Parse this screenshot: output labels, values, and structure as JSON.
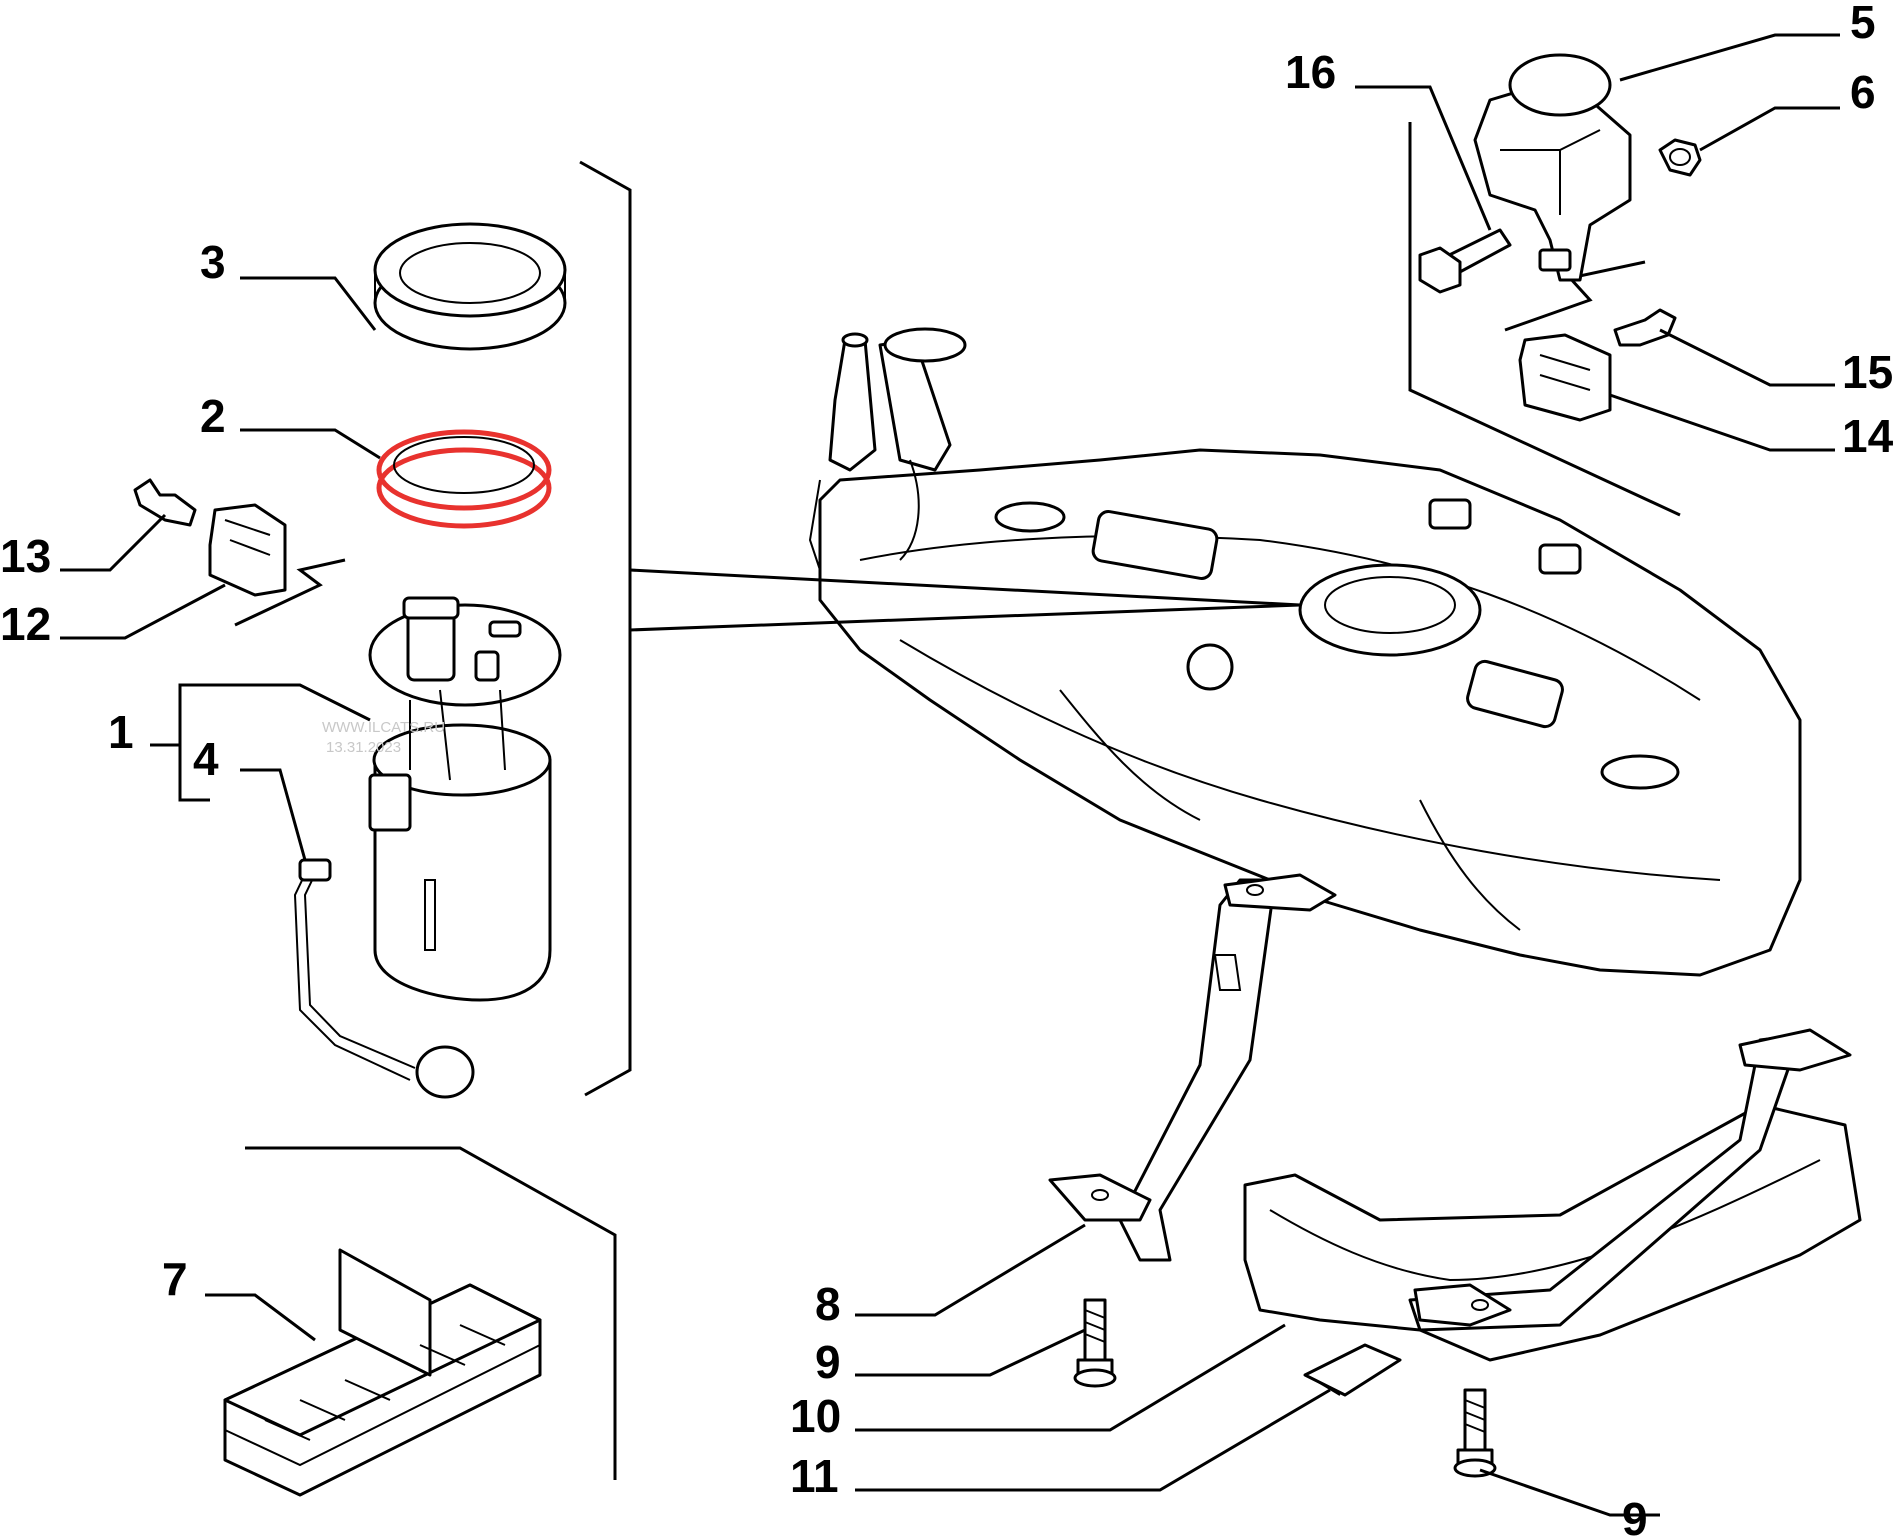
{
  "diagram": {
    "callouts": [
      {
        "id": "1",
        "label": "1"
      },
      {
        "id": "2",
        "label": "2"
      },
      {
        "id": "3",
        "label": "3"
      },
      {
        "id": "4",
        "label": "4"
      },
      {
        "id": "5",
        "label": "5"
      },
      {
        "id": "6",
        "label": "6"
      },
      {
        "id": "7",
        "label": "7"
      },
      {
        "id": "8",
        "label": "8"
      },
      {
        "id": "9a",
        "label": "9"
      },
      {
        "id": "9b",
        "label": "9"
      },
      {
        "id": "10",
        "label": "10"
      },
      {
        "id": "11",
        "label": "11"
      },
      {
        "id": "12",
        "label": "12"
      },
      {
        "id": "13",
        "label": "13"
      },
      {
        "id": "14",
        "label": "14"
      },
      {
        "id": "15",
        "label": "15"
      },
      {
        "id": "16",
        "label": "16"
      }
    ],
    "highlight_color": "#e8322e",
    "line_color": "#000000",
    "watermark": {
      "line1": "WWW.ILCATS.RU",
      "line2": "13.31.2023"
    }
  }
}
